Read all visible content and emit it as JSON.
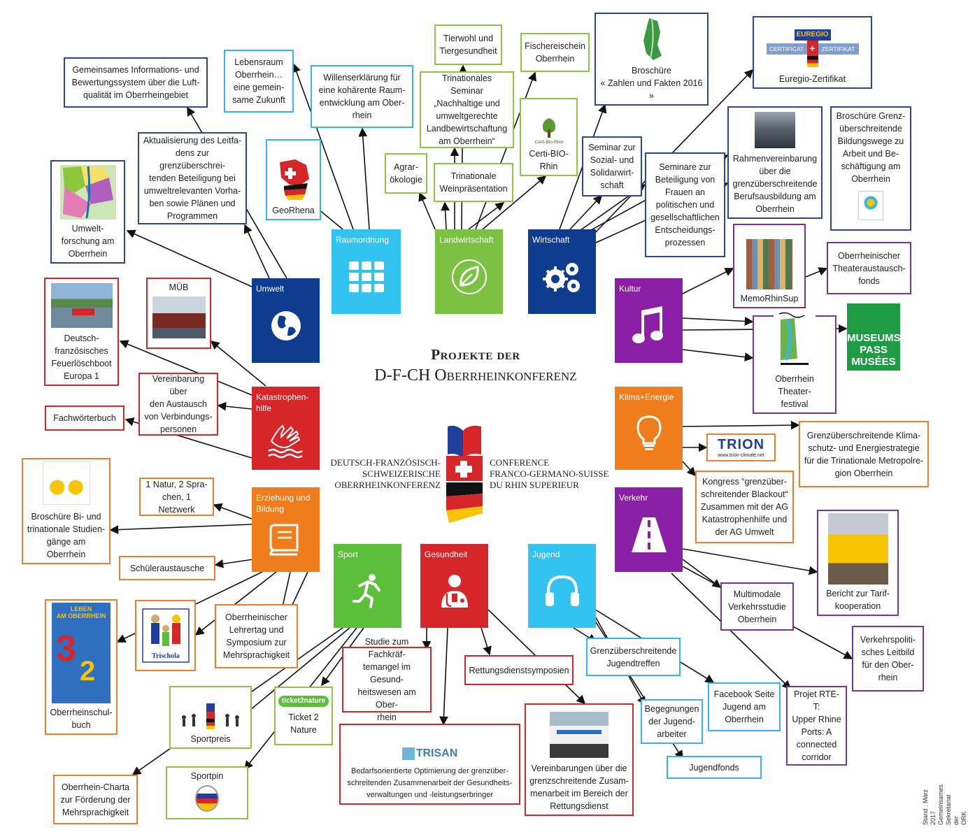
{
  "header": {
    "title_line1": "Projekte der",
    "title_line2": "D-F-CH Oberrheinkonferenz"
  },
  "center_logo": {
    "left_text": "DEUTSCH-FRANZÖSISCH-\nSCHWEIZERISCHE\nOBERRHEINKONFERENZ",
    "right_text": "CONFERENCE\nFRANCO-GERMANO-SUISSE\nDU RHIN SUPERIEUR"
  },
  "footer": {
    "stamp": "Stand : März 2017\nGemeinsames Sekretariat der\nORK"
  },
  "colors": {
    "umwelt": "#0e3d8f",
    "raumordnung": "#33c3f1",
    "landwirtschaft": "#7cc242",
    "wirtschaft": "#0e3d8f",
    "kultur": "#8b1fa5",
    "klima": "#f07d1c",
    "verkehr": "#8b1fa5",
    "katastrophenhilfe": "#d7262a",
    "erziehung": "#f07d1c",
    "sport": "#5bbf3b",
    "gesundheit": "#d7262a",
    "jugend": "#33c3f1",
    "museumspass": "#1e9c45"
  },
  "tiles": {
    "umwelt": {
      "label": "Umwelt",
      "icon": "globe-icon"
    },
    "raumordnung": {
      "label": "Raumordnung",
      "icon": "grid-icon"
    },
    "landwirtschaft": {
      "label": "Landwirtschaft",
      "icon": "leaf-icon"
    },
    "wirtschaft": {
      "label": "Wirtschaft",
      "icon": "gears-icon"
    },
    "kultur": {
      "label": "Kultur",
      "icon": "music-note-icon"
    },
    "klima": {
      "label": "Klima+Energie",
      "icon": "lightbulb-icon"
    },
    "verkehr": {
      "label": "Verkehr",
      "icon": "road-icon"
    },
    "katastrophenhilfe": {
      "label": "Katastrophen-\nhilfe",
      "icon": "hand-water-icon"
    },
    "erziehung": {
      "label": "Erziehung und\nBildung",
      "icon": "book-icon"
    },
    "sport": {
      "label": "Sport",
      "icon": "runner-icon"
    },
    "gesundheit": {
      "label": "Gesundheit",
      "icon": "doctor-icon"
    },
    "jugend": {
      "label": "Jugend",
      "icon": "headphones-icon"
    }
  },
  "projects": {
    "informationssystem": "Gemeinsames Informations- und\nBewertungssystem über die Luft-\nqualität im Oberrheingebiet",
    "lebensraum": "Lebensraum\nOberrhein…\neine gemein-\nsame Zukunft",
    "willenserklaerung": "Willenserklärung für\neine kohärente Raum-\nentwicklung am Ober-\nrhein",
    "tierwohl": "Tierwohl und\nTiergesundheit",
    "seminar_landbau": "Trinationales Seminar\n„Nachhaltige und\numweltgerechte\nLandbewirtschaftung\nam Oberrhein“",
    "fischereischein": "Fischereischein\nOberrhein",
    "broschuere_zahlen": "Broschüre\n« Zahlen und Fakten 2016 »",
    "euregio": "Euregio-Zertifikat",
    "euregio_badge_top": "EUREGIO",
    "euregio_badge_left": "CERTIFICAT",
    "euregio_badge_right": "ZERTIFIKAT",
    "aktualisierung": "Aktualisierung des Leitfa-\ndens zur grenzüberschrei-\ntenden Beteiligung bei\numweltrelevanten Vorha-\nben sowie Plänen und\nProgrammen",
    "georhena": "GeoRhena",
    "agraroekologie": "Agrar-\nökologie",
    "weinpraesentation": "Trinationale\nWeinpräsentation",
    "certi_bio": "Certi-BIO-\nRhin",
    "certi_bio_logo": "Certi-Bio-Rhin",
    "seminar_sozial": "Seminar zur\nSozial- und\nSolidarwirt-\nschaft",
    "seminare_frauen": "Seminare zur\nBeteiligung von\nFrauen an\npolitischen und\ngesellschaftlichen\nEntscheidungs-\nprozessen",
    "rahmenvereinbarung": "Rahmenvereinbarung\nüber die\ngrenzüberschreitende\nBerufsausbildung am\nOberrhein",
    "bildungswege": "Broschüre Grenz-\nüberschreitende\nBildungswege zu\nArbeit und Be-\nschäftigung am\nOberrhein",
    "umweltforschung": "Umwelt-\nforschung am\nOberrhein",
    "memorhinsup": "MemoRhinSup",
    "theateraustausch": "Oberrheinischer\nTheateraustausch-\nfonds",
    "theaterfestival": "Oberrhein Theater-\nfestival",
    "museumspass": "MUSEUMS\nPASS\nMUSÉES",
    "feuerloschboot": "Deutsch-\nfranzösisches\nFeuerlöschboot\nEuropa 1",
    "mueb": "MÜB",
    "vereinbarung_austausch": "Vereinbarung über\nden Austausch\nvon Verbindungs-\npersonen",
    "fachwoerterbuch": "Fachwörterbuch",
    "klimastrategie": "Grenzüberschreitende Klima-\nschutz- und Energiestrategie\nfür die Trinationale Metropolre-\ngion Oberrhein",
    "trion": "TRION",
    "trion_url": "www.trion-climate.net",
    "kongress": "Kongress “grenzüber-\nschreitender Blackout“\nZusammen mit der AG\nKatastrophenhilfe und\nder AG Umwelt",
    "broschuere_studien": "Broschüre Bi- und\ntrinationale Studien-\ngänge am Oberrhein",
    "natur_netzwerk": "1 Natur, 2 Spra-\nchen, 1 Netzwerk",
    "schueleraustausche": "Schüleraustausche",
    "tarifkooperation": "Bericht zur Tarif-\nkooperation",
    "verkehrsstudie": "Multimodale\nVerkehrsstudie\nOberrhein",
    "schulbuch": "Oberrheinschul-\nbuch",
    "schulbuch_cover": "LEBEN\nAM OBERRHEIN",
    "trischola": "Trischola",
    "lehrertag": "Oberrheinischer\nLehrertag und\nSymposium zur\nMehrsprachigkeit",
    "fachkraeftemangel": "Studie zum Fachkräf-\ntemangel im Gesund-\nheitswesen am Ober-\nrhein",
    "rettungsdienstsymposien": "Rettungsdienstsymposien",
    "jugendtreffen": "Grenzüberschreitende\nJugendtreffen",
    "leitbild": "Verkehrspoliti-\nsches Leitbild\nfür den Ober-\nrhein",
    "sportpreis": "Sportpreis",
    "ticket2nature": "Ticket 2\nNature",
    "ticket2nature_logo": "ticket2nature",
    "facebook": "Facebook Seite\nJugend am\nOberrhein",
    "begegnungen": "Begegnungen\nder Jugend-\narbeiter",
    "rte_t": "Projet RTE-T:\nUpper Rhine\nPorts: A\nconnected\ncorridor",
    "trisan": "Bedarfsorientierte Optimierung der grenzüber-\nschreitenden Zusammenarbeit der Gesundheits-\nverwaltungen und -leistungserbringer",
    "trisan_logo": "TRISAN",
    "rettungsdienst": "Vereinbarungen über die\ngrenzschreitende Zusam-\nmenarbeit im Bereich der\nRettungsdienst",
    "jugendfonds": "Jugendfonds",
    "charta": "Oberrhein-Charta\nzur Förderung der\nMehrsprachigkeit",
    "sportpin": "Sportpin"
  }
}
